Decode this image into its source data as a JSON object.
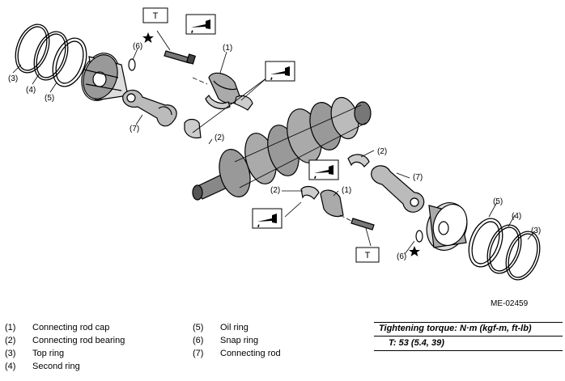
{
  "callouts": {
    "n1": "(1)",
    "n2": "(2)",
    "n3": "(3)",
    "n4": "(4)",
    "n5": "(5)",
    "n6": "(6)",
    "n7": "(7)",
    "torque_mark": "T"
  },
  "icons": [
    "oil-can-icon",
    "star-icon",
    "torque-T-box"
  ],
  "reference_code": "ME-02459",
  "legend": [
    {
      "num": "(1)",
      "text": "Connecting rod cap"
    },
    {
      "num": "(2)",
      "text": "Connecting rod bearing"
    },
    {
      "num": "(3)",
      "text": "Top ring"
    },
    {
      "num": "(4)",
      "text": "Second ring"
    },
    {
      "num": "(5)",
      "text": "Oil ring"
    },
    {
      "num": "(6)",
      "text": "Snap ring"
    },
    {
      "num": "(7)",
      "text": "Connecting rod"
    }
  ],
  "torque": {
    "header": "Tightening torque: N·m (kgf-m, ft-lb)",
    "value": "T:   53 (5.4, 39)"
  }
}
